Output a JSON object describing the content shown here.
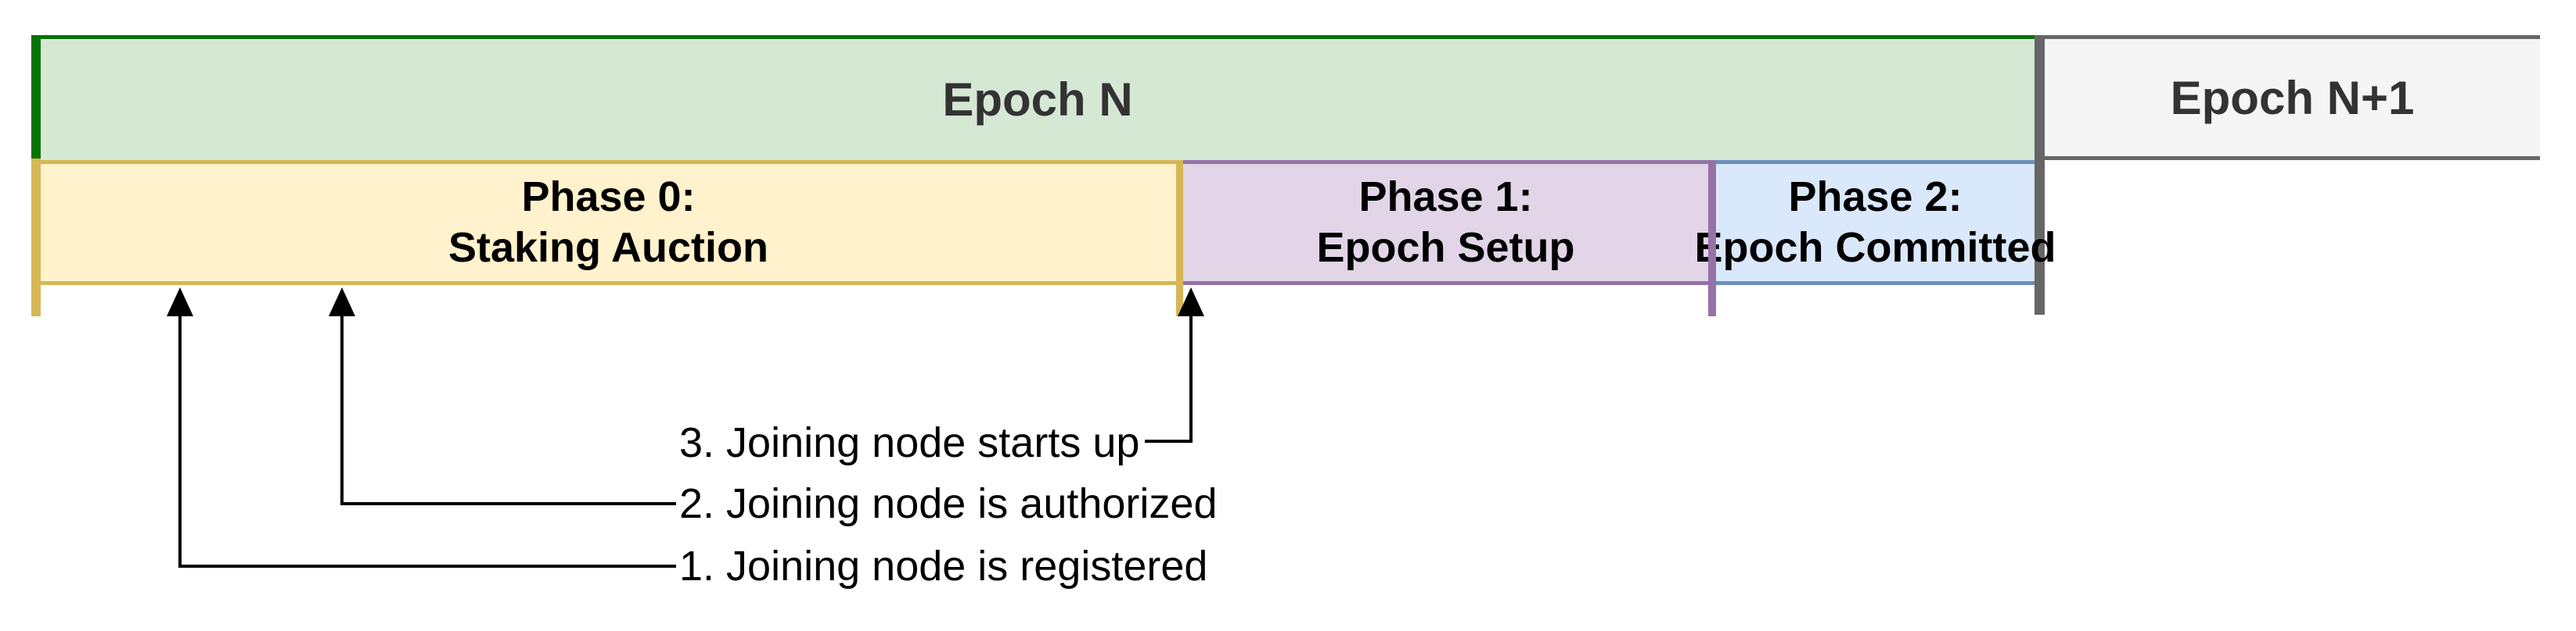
{
  "epochs": [
    {
      "label": "Epoch N"
    },
    {
      "label": "Epoch N+1"
    }
  ],
  "phases": [
    {
      "line1": "Phase 0:",
      "line2": "Staking Auction"
    },
    {
      "line1": "Phase 1:",
      "line2": "Epoch Setup"
    },
    {
      "line1": "Phase 2:",
      "line2": "Epoch Committed"
    }
  ],
  "annotations": [
    {
      "label": "1. Joining node is registered"
    },
    {
      "label": "2. Joining node is authorized"
    },
    {
      "label": "3. Joining node starts up"
    }
  ],
  "colors": {
    "epoch_n_fill": "#d5e8d4",
    "epoch_n_accent": "#067306",
    "epoch_n1_fill": "#f5f5f5",
    "epoch_n1_border": "#666666",
    "phase0_fill": "#fff2cc",
    "phase0_border": "#d6b656",
    "phase1_fill": "#e1d5e7",
    "phase1_border": "#9673a6",
    "phase2_fill": "#dae8fc",
    "phase2_border": "#6c8ebf",
    "epoch_divider": "#666666",
    "arrow": "#000000",
    "text_epoch": "#333333",
    "text_phase": "#000000"
  }
}
